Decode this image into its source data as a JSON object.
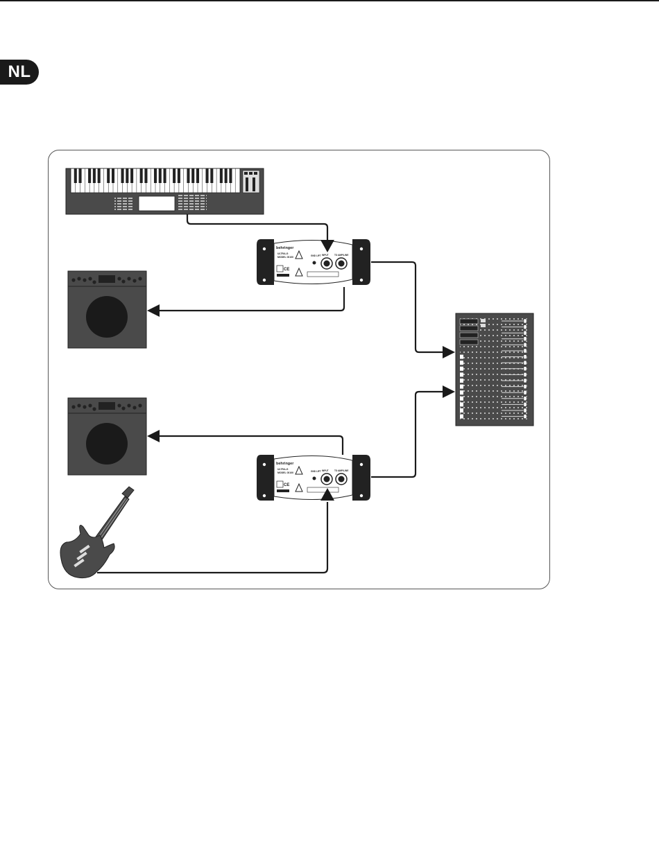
{
  "badge": {
    "text": "NL"
  },
  "devices": {
    "di_box_top": {
      "brand": "behringer",
      "model_line1": "ULTRA-G",
      "model_line2": "MODEL GI100",
      "input_label": "INPUT",
      "output_label": "TO AMP/LINE",
      "ground_label": "GND LIFT"
    },
    "di_box_bottom": {
      "brand": "behringer",
      "model_line1": "ULTRA-G",
      "model_line2": "MODEL GI100",
      "input_label": "INPUT",
      "output_label": "TO AMP/LINE",
      "ground_label": "GND LIFT"
    }
  },
  "colors": {
    "device_fill": "#4a4a4a",
    "cable": "#1a1a1a",
    "frame": "#555555",
    "badge": "#1a1a1a"
  }
}
